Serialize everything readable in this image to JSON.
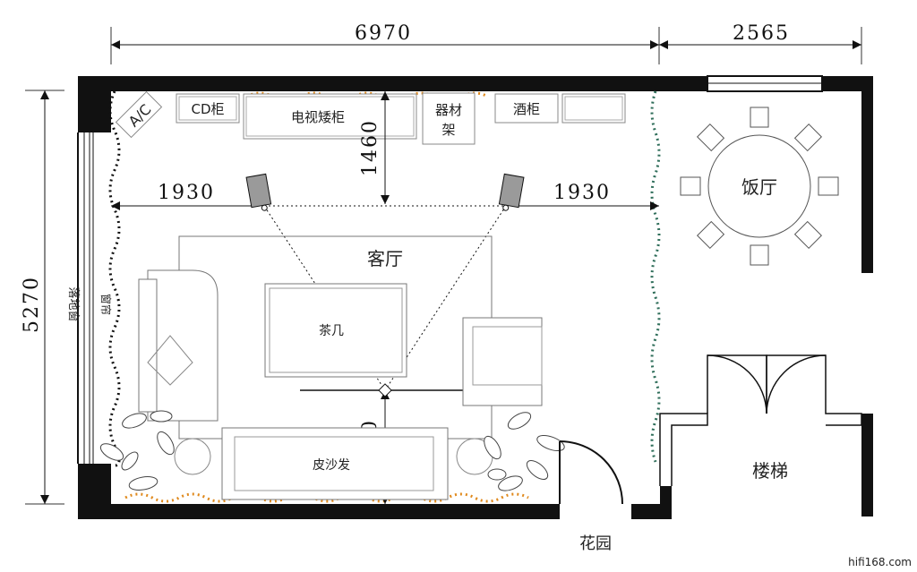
{
  "dimensions": {
    "living_width": "6970",
    "dining_width": "2565",
    "room_depth": "5270",
    "speaker_left_side": "1930",
    "speaker_right_side": "1930",
    "speaker_front": "1460",
    "listener_rear": "1460"
  },
  "furniture": {
    "ac": "A/C",
    "cd_cabinet": "CD柜",
    "tv_cabinet": "电视矮柜",
    "equipment_rack_line1": "器材",
    "equipment_rack_line2": "架",
    "wine_cabinet": "酒柜",
    "coffee_table": "茶几",
    "leather_sofa": "皮沙发"
  },
  "rooms": {
    "living_room": "客厅",
    "dining_room": "饭厅",
    "stairs": "楼梯",
    "garden": "花园"
  },
  "window": {
    "floor_window": "落地窗",
    "curtain": "窗帘"
  },
  "watermark": "hifi168.com",
  "colors": {
    "wall": "#111111",
    "curtain_orange": "#e08a1e",
    "curtain_green": "#2f6e5a",
    "speaker": "#9a9a9a"
  }
}
